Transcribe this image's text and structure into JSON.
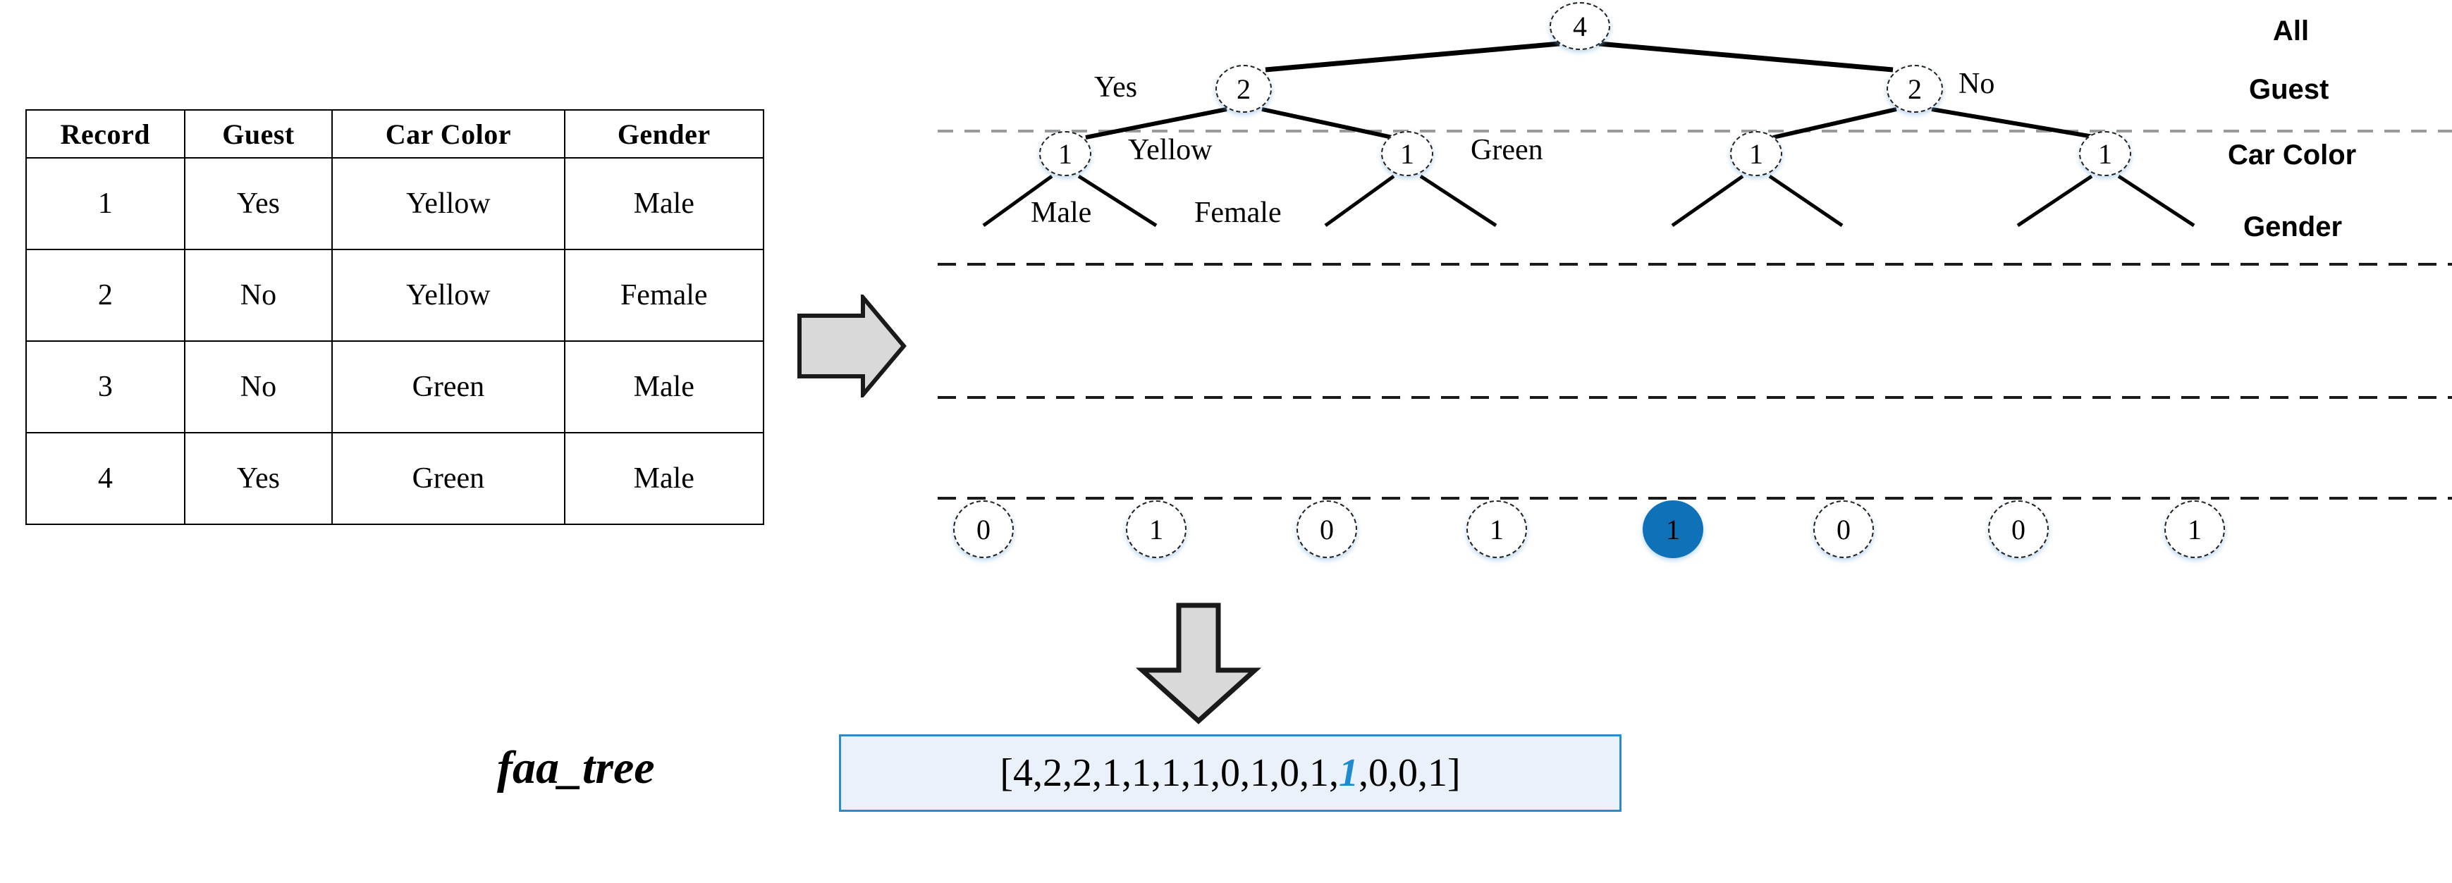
{
  "table": {
    "headers": [
      "Record",
      "Guest",
      "Car Color",
      "Gender"
    ],
    "rows": [
      [
        "1",
        "Yes",
        "Yellow",
        "Male"
      ],
      [
        "2",
        "No",
        "Yellow",
        "Female"
      ],
      [
        "3",
        "No",
        "Green",
        "Male"
      ],
      [
        "4",
        "Yes",
        "Green",
        "Male"
      ]
    ]
  },
  "arrows": {
    "right_arrow": "right-block-arrow",
    "down_arrow": "down-block-arrow"
  },
  "tree": {
    "levels": [
      "All",
      "Guest",
      "Car Color",
      "Gender"
    ],
    "nodes": {
      "root": "4",
      "guest_yes": "2",
      "guest_no": "2",
      "color_1": "1",
      "color_2": "1",
      "color_3": "1",
      "color_4": "1",
      "leaf_1": "0",
      "leaf_2": "1",
      "leaf_3": "0",
      "leaf_4": "1",
      "leaf_5": "1",
      "leaf_6": "0",
      "leaf_7": "0",
      "leaf_8": "1"
    },
    "highlighted_node": "leaf_5",
    "highlight_color": "#0F71B8",
    "edge_labels": {
      "yes": "Yes",
      "no": "No",
      "yellow": "Yellow",
      "green": "Green",
      "male": "Male",
      "female": "Female"
    }
  },
  "output": {
    "label": "faa_tree",
    "array_prefix": "[4,2,2,1,1,1,1,0,1,0,1,",
    "array_highlight": "1",
    "array_suffix": ",0,0,1]",
    "values": [
      4,
      2,
      2,
      1,
      1,
      1,
      1,
      0,
      1,
      0,
      1,
      1,
      0,
      0,
      1
    ],
    "highlight_index": 11,
    "highlight_color": "#1E8BD0",
    "box_fill": "#EAF1FA",
    "box_border": "#2E8BC8"
  }
}
